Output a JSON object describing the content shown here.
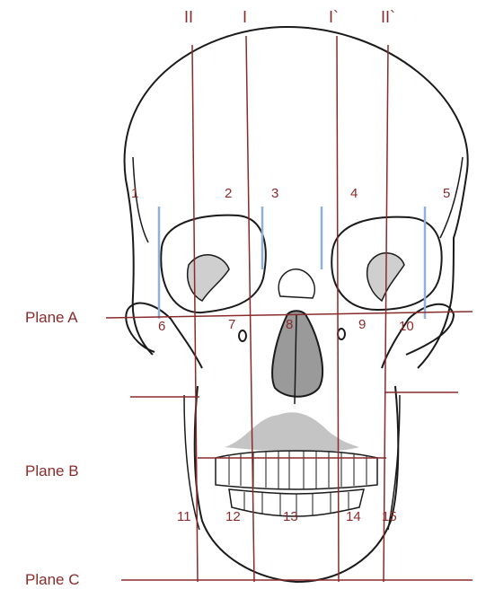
{
  "colors": {
    "outline": "#1a1a1a",
    "reference_line": "#8a2b2b",
    "blue_marker": "#8fb1d6",
    "nose_fill": "#9a9a9a",
    "upper_jaw_fill": "#c4c4c4",
    "orbit_fill": "#cfcfcf"
  },
  "vertical_lines": {
    "II": "II",
    "I": "I",
    "I_prime": "I`",
    "II_prime": "II`"
  },
  "planes": {
    "a": "Plane A",
    "b": "Plane B",
    "c": "Plane C"
  },
  "points": [
    "1",
    "2",
    "3",
    "4",
    "5",
    "6",
    "7",
    "8",
    "9",
    "10",
    "11",
    "12",
    "13",
    "14",
    "15"
  ]
}
